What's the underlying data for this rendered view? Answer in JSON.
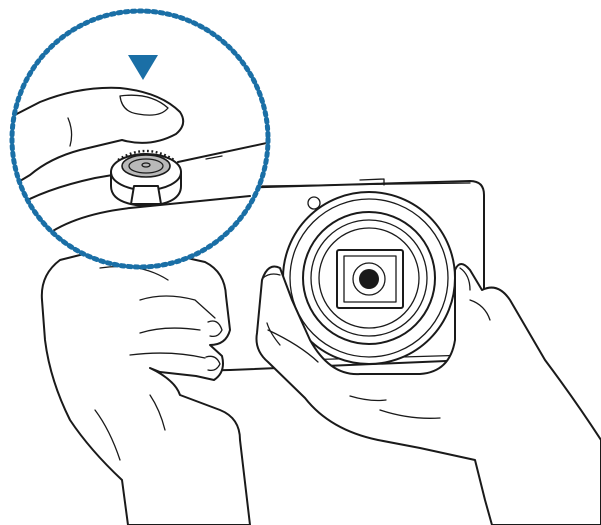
{
  "illustration": {
    "subject": "hands-holding-compact-camera",
    "callout_style": "dotted-circle",
    "indicator": "arrow-down",
    "accent_color": "#1a6fa6",
    "ink_color": "#1a1a1a",
    "shutter_grey": "#b9b9b9"
  }
}
